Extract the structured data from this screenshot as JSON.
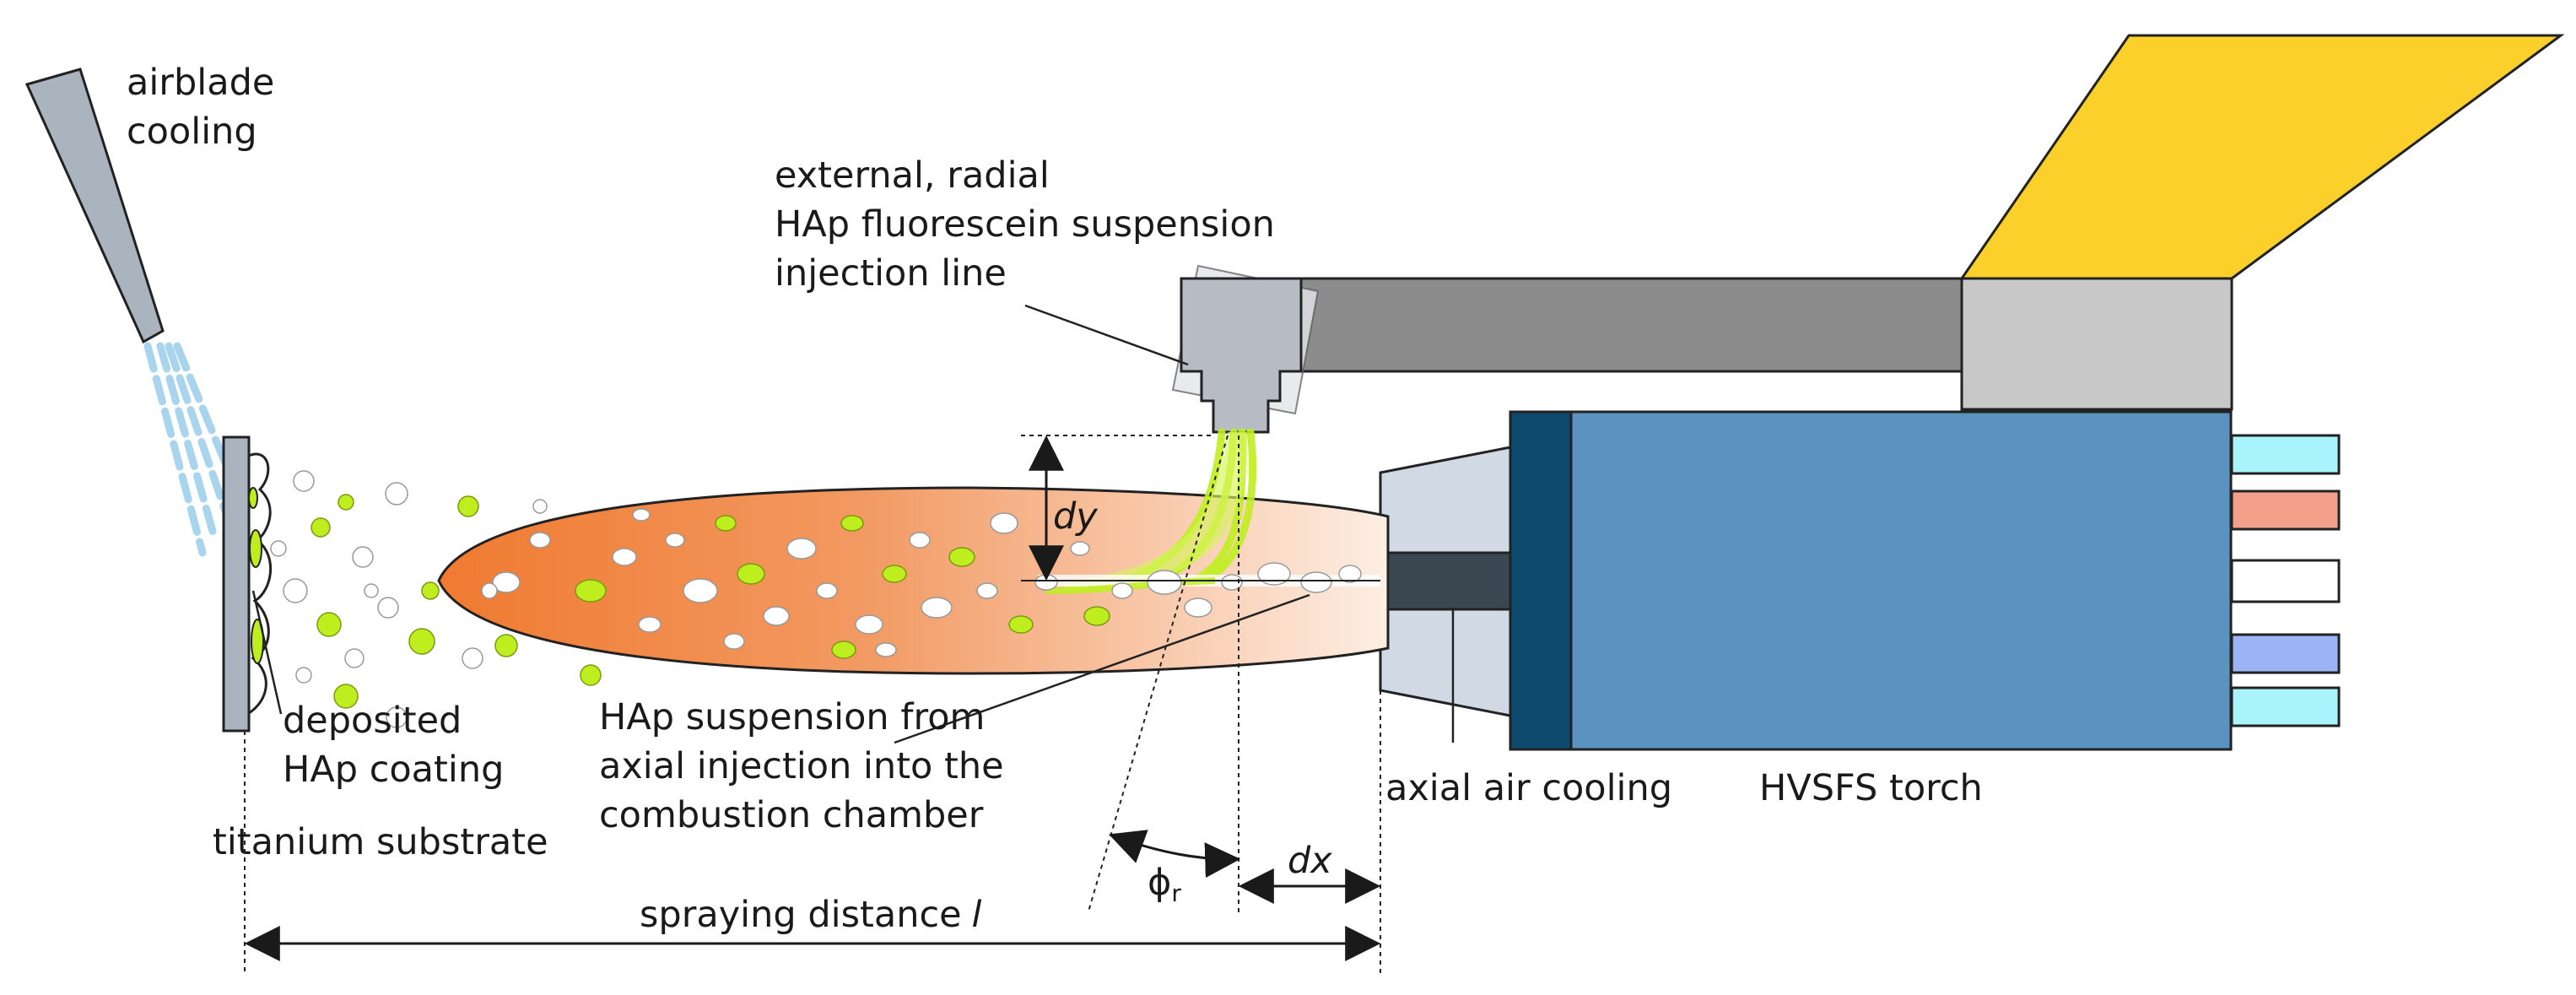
{
  "labels": {
    "airblade_line1": "airblade",
    "airblade_line2": "cooling",
    "injection_line1": "external, radial",
    "injection_line2": "HAp fluorescein suspension",
    "injection_line3": "injection line",
    "deposited_line1": "deposited",
    "deposited_line2": "HAp coating",
    "substrate": "titanium substrate",
    "axial_line1": "HAp suspension from",
    "axial_line2": "axial injection into the",
    "axial_line3": "combustion chamber",
    "axial_air": "axial air cooling",
    "torch": "HVSFS torch",
    "spraying_distance": "spraying distance",
    "spraying_symbol": "l",
    "dy": "dy",
    "dx": "dx",
    "phi": "ϕ",
    "phi_sub": "r"
  },
  "colors": {
    "torch_body": "#5a93bf",
    "torch_front": "#0e4a6e",
    "nozzle": "#d0d9e4",
    "nozzle_core": "#3a4750",
    "arm": "#8c8c8c",
    "arm_block": "#c8c8c8",
    "bracket": "#fbd02a",
    "flame_hot": "#f07a30",
    "flame_cool": "#fdeee3",
    "particle_green": "#bfee1e",
    "particle_white": "#ffffff",
    "airblade": "#a9b4bf",
    "air_jets": "#a8d4ee",
    "injector": "#b7bcc4",
    "port_cyan": "#a9f4fb",
    "port_red": "#f2a08a",
    "port_white": "#ffffff",
    "port_blue": "#9cb4f5"
  },
  "icons": {
    "torch": "hvsfs-torch-icon",
    "airblade": "airblade-nozzle-icon",
    "injector": "suspension-injector-icon"
  }
}
